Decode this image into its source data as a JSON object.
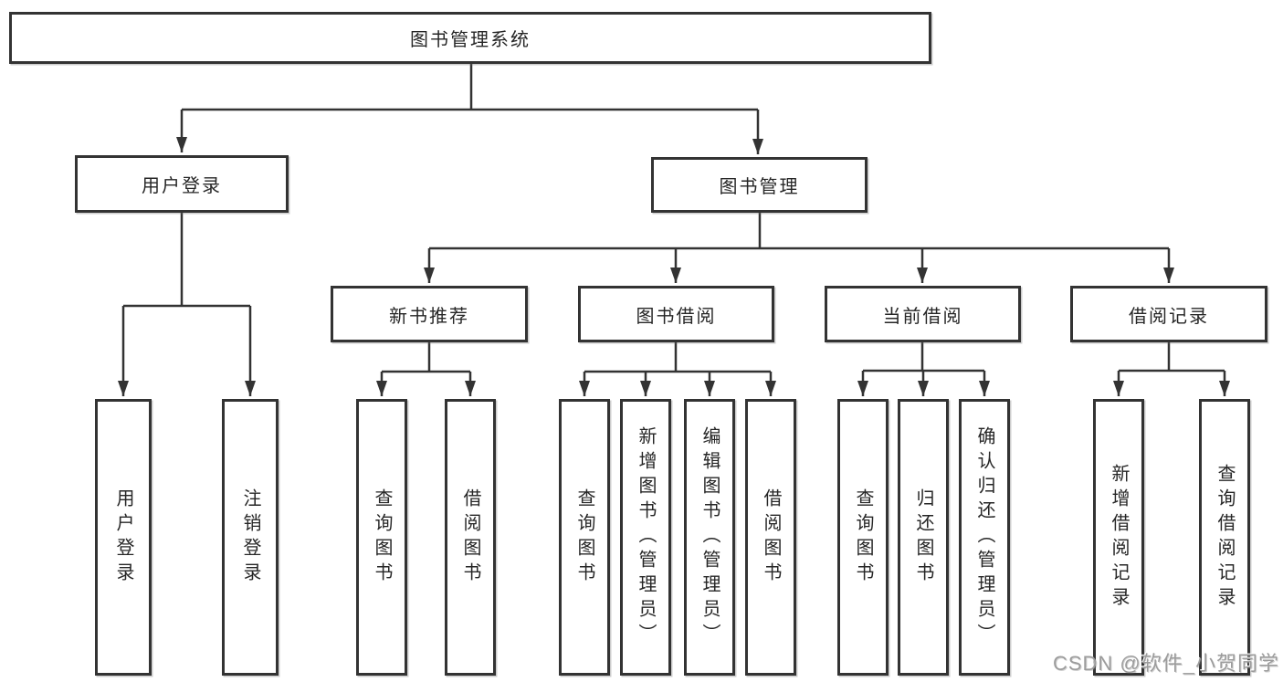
{
  "diagram": {
    "root": {
      "label": "图书管理系统"
    },
    "level2": {
      "user_login": {
        "label": "用户登录"
      },
      "book_mgmt": {
        "label": "图书管理"
      }
    },
    "level3": {
      "new_book_rec": {
        "label": "新书推荐"
      },
      "book_borrow": {
        "label": "图书借阅"
      },
      "current_borrow": {
        "label": "当前借阅"
      },
      "borrow_record": {
        "label": "借阅记录"
      }
    },
    "leaves": {
      "login": {
        "label": "用户登录"
      },
      "logout": {
        "label": "注销登录"
      },
      "nbr_query": {
        "label": "查询图书"
      },
      "nbr_borrow": {
        "label": "借阅图书"
      },
      "bb_query": {
        "label": "查询图书"
      },
      "bb_add": {
        "label": "新增图书（管理员）"
      },
      "bb_edit": {
        "label": "编辑图书（管理员）"
      },
      "bb_borrow": {
        "label": "借阅图书"
      },
      "cb_query": {
        "label": "查询图书"
      },
      "cb_return": {
        "label": "归还图书"
      },
      "cb_confirm": {
        "label": "确认归还（管理员）"
      },
      "br_add": {
        "label": "新增借阅记录"
      },
      "br_query": {
        "label": "查询借阅记录"
      }
    },
    "hierarchy": {
      "图书管理系统": [
        "用户登录",
        "图书管理"
      ],
      "用户登录": [
        "用户登录",
        "注销登录"
      ],
      "图书管理": [
        "新书推荐",
        "图书借阅",
        "当前借阅",
        "借阅记录"
      ],
      "新书推荐": [
        "查询图书",
        "借阅图书"
      ],
      "图书借阅": [
        "查询图书",
        "新增图书（管理员）",
        "编辑图书（管理员）",
        "借阅图书"
      ],
      "当前借阅": [
        "查询图书",
        "归还图书",
        "确认归还（管理员）"
      ],
      "借阅记录": [
        "新增借阅记录",
        "查询借阅记录"
      ]
    },
    "colors": {
      "background": "#ffffff",
      "line": "#333333",
      "box_border": "#333333",
      "box_background": "#ffffff",
      "label_text": "#262626",
      "watermark_text": "#9c9c9c"
    },
    "watermark": "CSDN @软件_小贺同学"
  }
}
